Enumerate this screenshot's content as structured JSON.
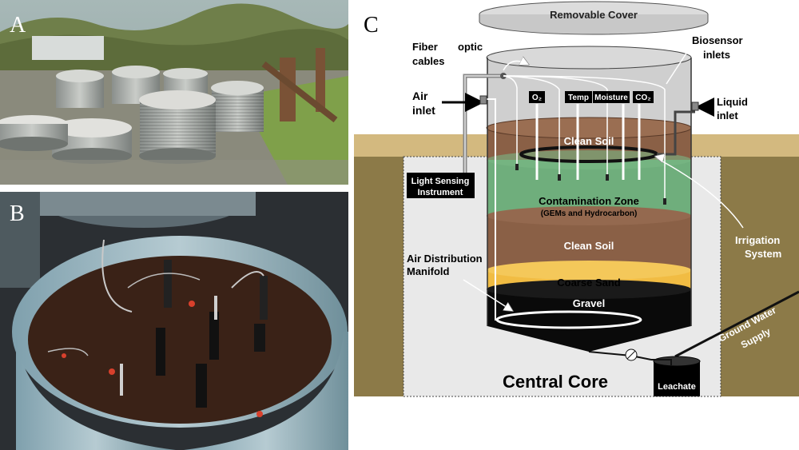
{
  "panels": {
    "a": "A",
    "b": "B",
    "c": "C"
  },
  "diagram": {
    "removable_cover": "Removable Cover",
    "fiber": "Fiber",
    "optic": "optic",
    "cables": "cables",
    "biosensor": "Biosensor",
    "inlets": "inlets",
    "air": "Air",
    "inlet": "inlet",
    "liquid": "Liquid",
    "liquid_inlet": "inlet",
    "sensors": [
      "O₂",
      "Temp",
      "Moisture",
      "CO₂"
    ],
    "light_sensing_1": "Light Sensing",
    "light_sensing_2": "Instrument",
    "clean_soil_top": "Clean Soil",
    "contamination_zone": "Contamination Zone",
    "contamination_detail": "(GEMs and Hydrocarbon)",
    "clean_soil_mid": "Clean Soil",
    "coarse_sand": "Coarse Sand",
    "gravel": "Gravel",
    "air_distribution_1": "Air Distribution",
    "air_distribution_2": "Manifold",
    "irrigation_1": "Irrigation",
    "irrigation_2": "System",
    "ground_water_1": "Ground Water",
    "ground_water_2": "Supply",
    "central_core": "Central Core",
    "leachate": "Leachate"
  },
  "colors": {
    "surface": "#d3b97f",
    "ground": "#8c7a48",
    "core": "#e9e9e9",
    "clean_soil": "#8a6046",
    "contamination": "#6fae7c",
    "coarse_sand": "#f1bc43",
    "gravel": "#0a0a0a",
    "tank_top": "#c8c8c8"
  }
}
